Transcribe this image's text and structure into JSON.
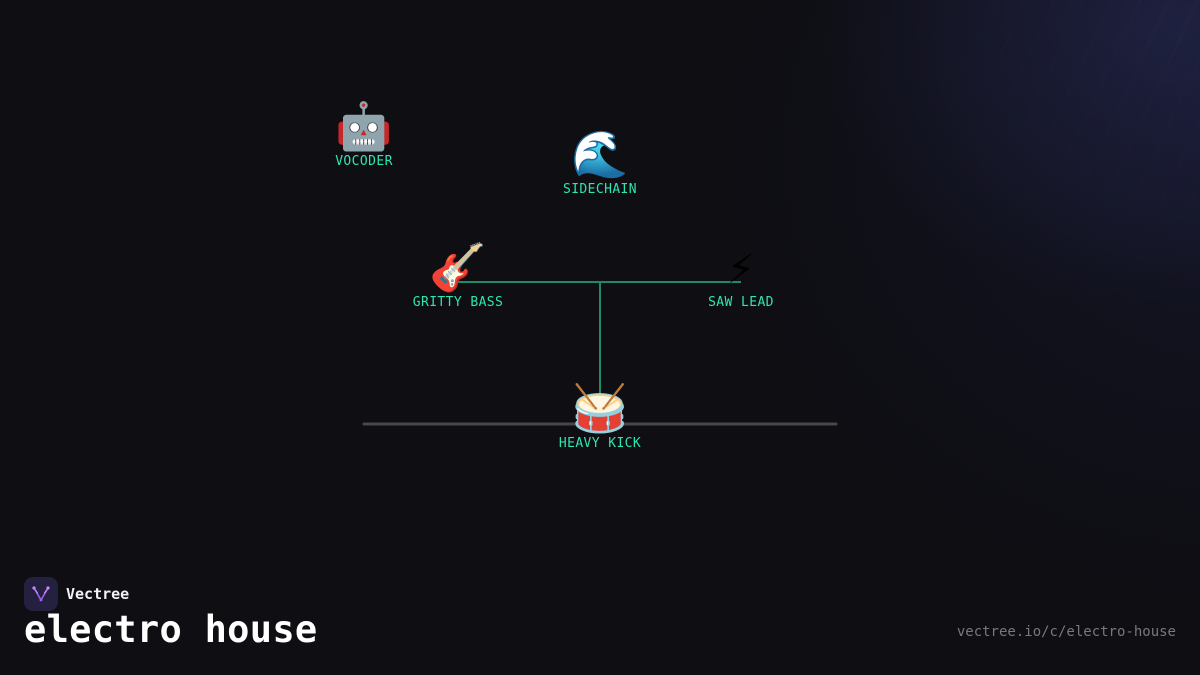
{
  "brand": {
    "name": "Vectree",
    "logo_icon": "vectree-logo-icon",
    "accent": "#a35cf0"
  },
  "title": "electro house",
  "url": "vectree.io/c/electro-house",
  "colors": {
    "background": "#0e0e13",
    "node_label": "#2ee6b0",
    "link": "#1f8a6a",
    "base_line": "#46464d"
  },
  "nodes": {
    "vocoder": {
      "label": "VOCODER",
      "emoji": "🤖",
      "icon": "robot-icon"
    },
    "sidechain": {
      "label": "SIDECHAIN",
      "emoji": "🌊",
      "icon": "wave-icon"
    },
    "gritty_bass": {
      "label": "GRITTY BASS",
      "emoji": "🎸",
      "icon": "guitar-icon"
    },
    "saw_lead": {
      "label": "SAW LEAD",
      "emoji": "⚡",
      "icon": "lightning-icon"
    },
    "heavy_kick": {
      "label": "HEAVY KICK",
      "emoji": "🥁",
      "icon": "drum-icon"
    }
  }
}
